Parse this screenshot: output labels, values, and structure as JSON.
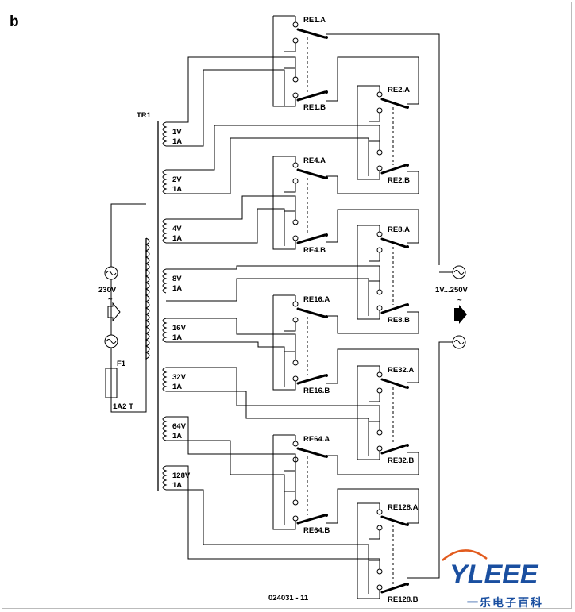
{
  "figure_label": "b",
  "transformer": {
    "name": "TR1",
    "primary_voltage": "230V",
    "secondaries": [
      {
        "v": "1V",
        "a": "1A"
      },
      {
        "v": "2V",
        "a": "1A"
      },
      {
        "v": "4V",
        "a": "1A"
      },
      {
        "v": "8V",
        "a": "1A"
      },
      {
        "v": "16V",
        "a": "1A"
      },
      {
        "v": "32V",
        "a": "1A"
      },
      {
        "v": "64V",
        "a": "1A"
      },
      {
        "v": "128V",
        "a": "1A"
      }
    ]
  },
  "fuse": {
    "name": "F1",
    "rating": "1A2 T"
  },
  "output": {
    "range": "1V...250V"
  },
  "relays": [
    {
      "a": "RE1.A",
      "b": "RE1.B"
    },
    {
      "a": "RE2.A",
      "b": "RE2.B"
    },
    {
      "a": "RE4.A",
      "b": "RE4.B"
    },
    {
      "a": "RE8.A",
      "b": "RE8.B"
    },
    {
      "a": "RE16.A",
      "b": "RE16.B"
    },
    {
      "a": "RE32.A",
      "b": "RE32.B"
    },
    {
      "a": "RE64.A",
      "b": "RE64.B"
    },
    {
      "a": "RE128.A",
      "b": "RE128.B"
    }
  ],
  "drawing_code": "024031 - 11",
  "watermark": {
    "brand": "YLEEE",
    "tagline": "一乐电子百科",
    "colors": {
      "primary": "#1a4fa0",
      "accent": "#e25b1e"
    }
  }
}
